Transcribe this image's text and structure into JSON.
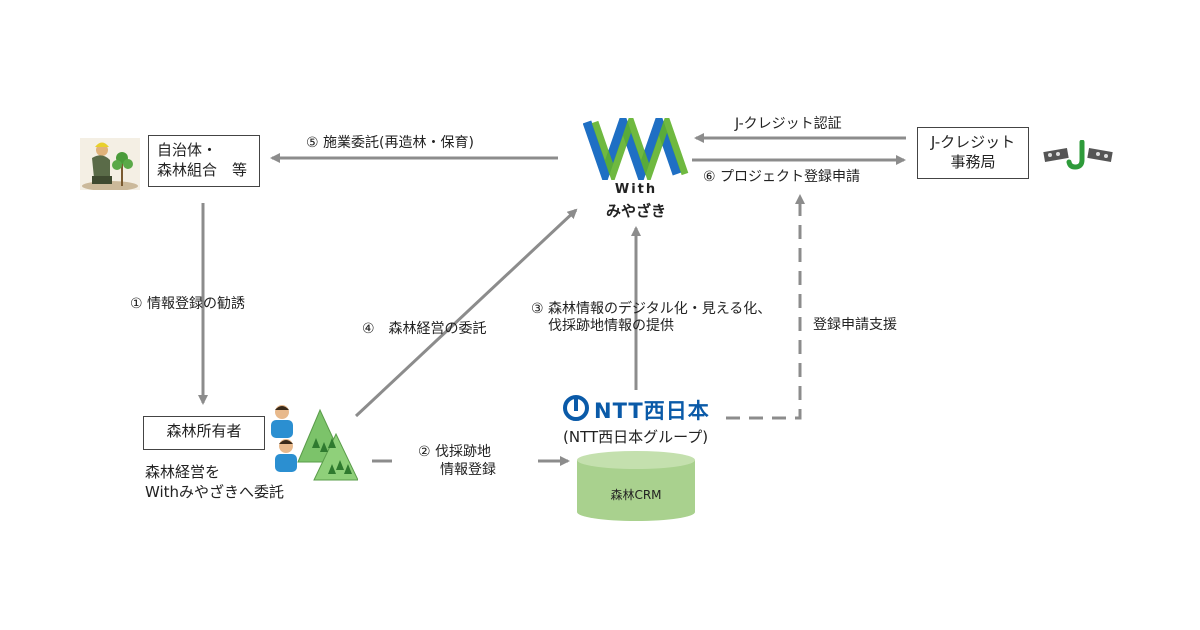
{
  "nodes": {
    "municipality": {
      "line1": "自治体・",
      "line2": "森林組合　等"
    },
    "jcredit_office": {
      "line1": "J-クレジット",
      "line2": "事務局"
    },
    "forest_owner": {
      "label": "森林所有者"
    },
    "with_miyazaki": {
      "logo_with": "With",
      "logo_name": "みやざき"
    },
    "ntt": {
      "logo_text": "NTT西日本",
      "group_label": "(NTT西日本グループ)"
    },
    "crm": {
      "label": "森林CRM"
    }
  },
  "owner_note": {
    "line1": "森林経営を",
    "line2": "Withみやざきへ委託"
  },
  "edges": {
    "e1": {
      "label": "① 情報登録の勧誘"
    },
    "e2": {
      "line1": "② 伐採跡地",
      "line2": "情報登録"
    },
    "e3": {
      "line1": "③ 森林情報のデジタル化・見える化、",
      "line2": "伐採跡地情報の提供"
    },
    "e4": {
      "label": "④　森林経営の委託"
    },
    "e5": {
      "label": "⑤ 施業委託(再造林・保育)"
    },
    "e6": {
      "label": "⑥ プロジェクト登録申請"
    },
    "certify": {
      "label": "J-クレジット認証"
    },
    "support": {
      "label": "登録申請支援"
    }
  },
  "colors": {
    "arrow": "#8c8c8c",
    "logo_blue": "#1f6fc4",
    "logo_green": "#5fb12b",
    "crm_green": "#a9d18e",
    "ntt_blue": "#0a5aa8",
    "jcredit_green": "#2e9b3a"
  },
  "icons": [
    "forest-worker-icon",
    "forest-owners-icon",
    "j-credit-logo-icon"
  ]
}
